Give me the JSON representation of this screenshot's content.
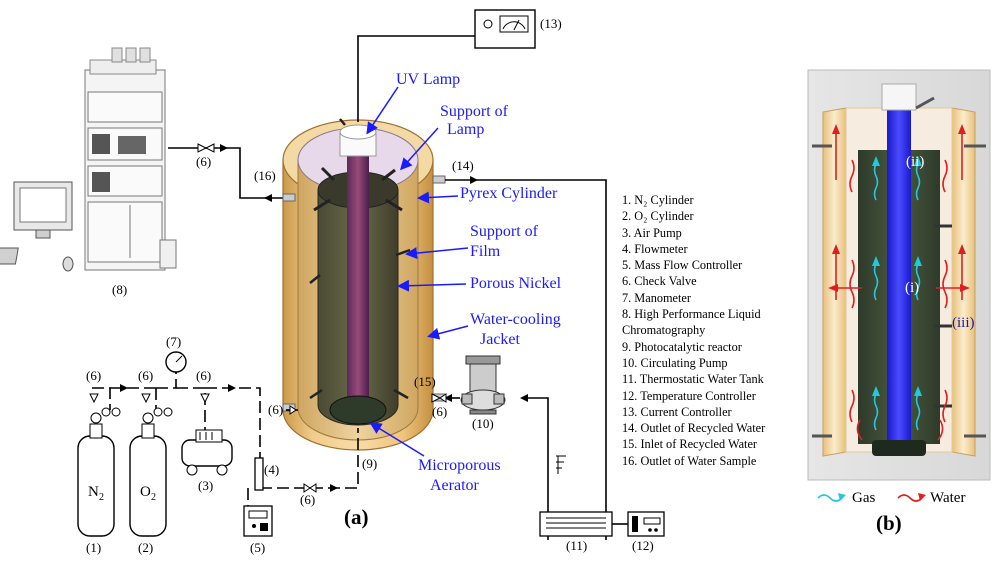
{
  "panel_a_label": "(a)",
  "panel_b_label": "(b)",
  "reactor_labels": {
    "uv_lamp": "UV Lamp",
    "support_of_lamp_1": "Support of",
    "support_of_lamp_2": "Lamp",
    "pyrex_cylinder": "Pyrex Cylinder",
    "support_of_film_1": "Support of",
    "support_of_film_2": "Film",
    "porous_nickel": "Porous Nickel",
    "water_cooling_1": "Water-cooling",
    "water_cooling_2": "Jacket",
    "microporous_1": "Microporous",
    "microporous_2": "Aerator"
  },
  "numbers": {
    "n1": "(1)",
    "n2": "(2)",
    "n3": "(3)",
    "n4": "(4)",
    "n5": "(5)",
    "n6": "(6)",
    "n7": "(7)",
    "n8": "(8)",
    "n9": "(9)",
    "n10": "(10)",
    "n11": "(11)",
    "n12": "(12)",
    "n13": "(13)",
    "n14": "(14)",
    "n15": "(15)",
    "n16": "(16)"
  },
  "cylinders": {
    "n2_sym": "N",
    "n2_sub": "2",
    "o2_sym": "O",
    "o2_sub": "2"
  },
  "legend_items": [
    "1. N₂ Cylinder",
    "2. O₂ Cylinder",
    "3. Air Pump",
    "4. Flowmeter",
    "5. Mass Flow Controller",
    "6. Check Valve",
    "7. Manometer",
    "8. High Performance Liquid",
    "Chromatography",
    "9. Photocatalytic reactor",
    "10. Circulating Pump",
    "11. Thermostatic Water Tank",
    "12. Temperature Controller",
    "13. Current Controller",
    "14. Outlet of Recycled Water",
    "15. Inlet of Recycled Water",
    "16. Outlet of Water Sample"
  ],
  "panel_b": {
    "ii": "(ii)",
    "i": "(i)",
    "iii": "(iii)",
    "gas": "Gas",
    "water": "Water"
  },
  "colors": {
    "jacket": "#e8b86a",
    "jacket_edge": "#b8862e",
    "film": "#3d4a33",
    "lamp": "#2233ff",
    "label_blue": "#1a1aff",
    "gas_arrow": "#22c8e0",
    "water_arrow": "#e02020"
  }
}
